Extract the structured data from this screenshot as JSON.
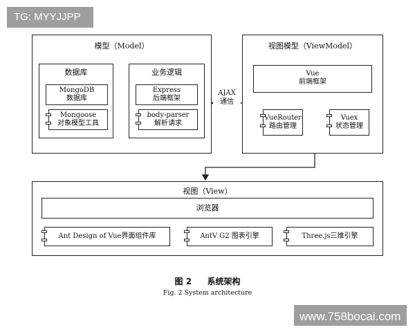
{
  "watermark_top": "TG: MYYJJPP",
  "watermark_bottom": "www.758bocai.com",
  "model": {
    "title": "模型（Model）",
    "database": {
      "title": "数据库",
      "mongodb": [
        "MongoDB",
        "数据库"
      ],
      "mongoose": [
        "Mongoose",
        "对象模型工具"
      ]
    },
    "business": {
      "title": "业务逻辑",
      "express": [
        "Express",
        "后端框架"
      ],
      "bodyparser": [
        "body-parser",
        "解析请求"
      ]
    }
  },
  "ajax": [
    "AJAX",
    "通信"
  ],
  "viewmodel": {
    "title": "视图模型（ViewModel）",
    "vue": [
      "Vue",
      "前端框架"
    ],
    "vuerouter": [
      "VueRouter",
      "路由管理"
    ],
    "vuex": [
      "Vuex",
      "状态管理"
    ]
  },
  "view": {
    "title": "视图（View）",
    "browser": "浏览器",
    "antd": "Ant Design of Vue界面组件库",
    "antv": "AntV G2 图表引擎",
    "three": "Three.js三维引擎"
  },
  "caption": {
    "cn_num": "图 2",
    "cn": "系统架构",
    "en": "Fig. 2 System architecture"
  }
}
